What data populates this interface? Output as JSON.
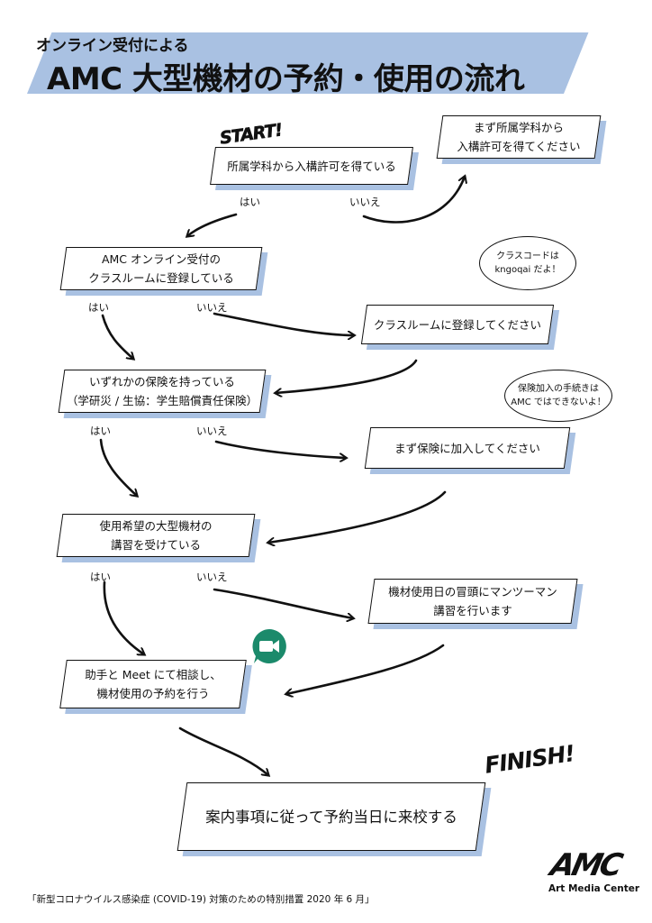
{
  "header": {
    "subtitle": "オンライン受付による",
    "title": "AMC 大型機材の予約・使用の流れ"
  },
  "flow": {
    "start_label": "START!",
    "finish_label": "FINISH!",
    "step1": {
      "line1": "所属学科から入構許可を得ている",
      "yes": "はい",
      "no": "いいえ"
    },
    "step1_no": {
      "line1": "まず所属学科から",
      "line2": "入構許可を得てください"
    },
    "step2": {
      "line1": "AMC オンライン受付の",
      "line2": "クラスルームに登録している",
      "yes": "はい",
      "no": "いいえ"
    },
    "step2_no": {
      "line1": "クラスルームに登録してください"
    },
    "bubble1": {
      "line1": "クラスコードは",
      "line2": "kngoqai だよ！"
    },
    "step3": {
      "line1": "いずれかの保険を持っている",
      "line2": "（学研災 / 生協：学生賠償責任保険）",
      "yes": "はい",
      "no": "いいえ"
    },
    "step3_no": {
      "line1": "まず保険に加入してください"
    },
    "bubble2": {
      "line1": "保険加入の手続きは",
      "line2": "AMC ではできないよ！"
    },
    "step4": {
      "line1": "使用希望の大型機材の",
      "line2": "講習を受けている",
      "yes": "はい",
      "no": "いいえ"
    },
    "step4_no": {
      "line1": "機材使用日の冒頭にマンツーマン",
      "line2": "講習を行います"
    },
    "step5": {
      "line1": "助手と Meet にて相談し、",
      "line2": "機材使用の予約を行う"
    },
    "final": {
      "line1": "案内事項に従って予約当日に来校する"
    }
  },
  "footer": {
    "credit": "「新型コロナウイルス感染症 (COVID-19) 対策のための特別措置 2020 年 6 月」",
    "logo_mark": "AMC",
    "logo_text": "Art Media Center"
  },
  "colors": {
    "accent": "#a9c1e2",
    "ink": "#111111",
    "meet_green": "#1b8a6b"
  },
  "icons": {
    "meet": "video-camera-icon"
  }
}
